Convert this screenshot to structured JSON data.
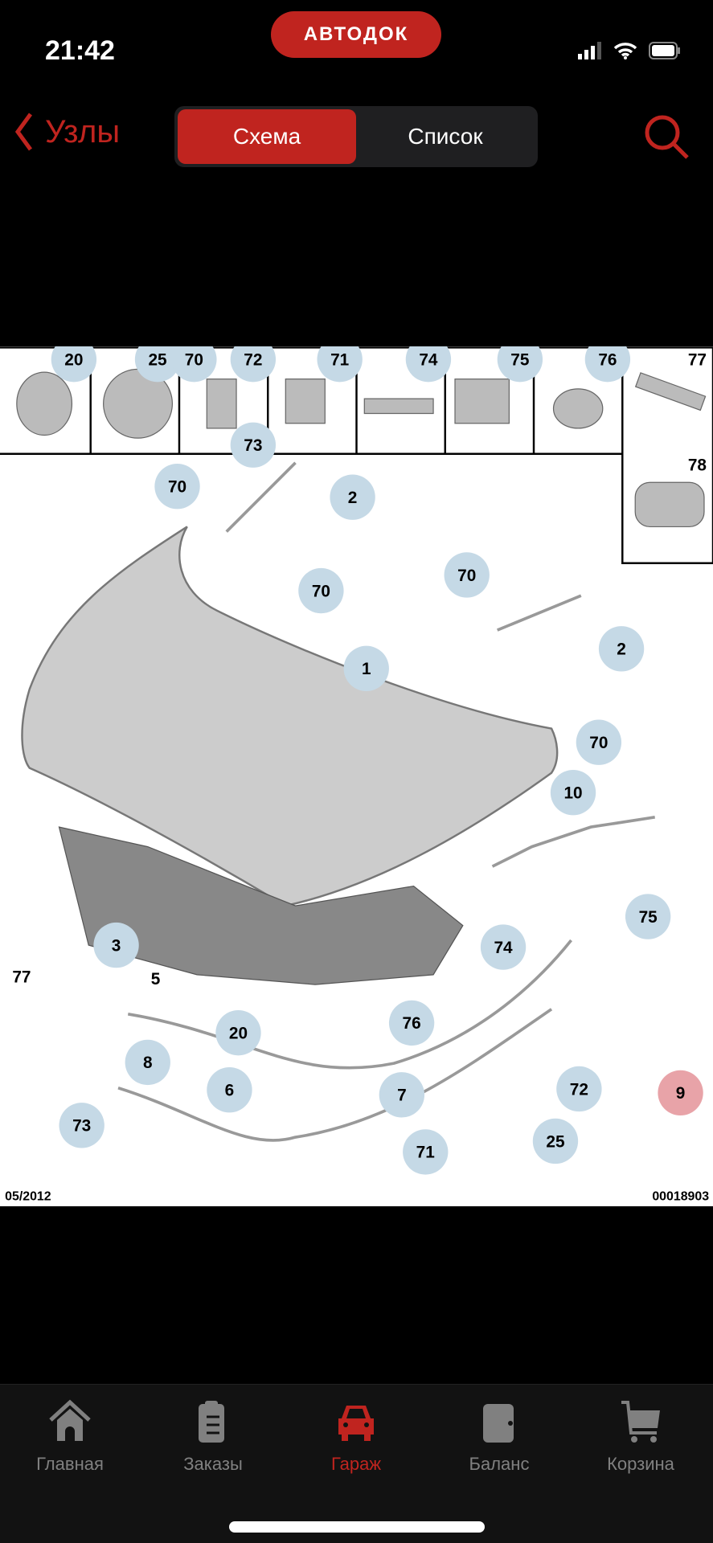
{
  "status": {
    "time": "21:42",
    "brand": "АВТОДОК"
  },
  "nav": {
    "back_label": "Узлы",
    "segments": [
      "Схема",
      "Список"
    ],
    "active_segment": 0
  },
  "diagram": {
    "callouts": [
      "20",
      "25",
      "70",
      "72",
      "71",
      "74",
      "75",
      "76",
      "77",
      "73",
      "78",
      "70",
      "2",
      "70",
      "70",
      "2",
      "1",
      "70",
      "10",
      "3",
      "77",
      "5",
      "75",
      "74",
      "20",
      "76",
      "8",
      "7",
      "6",
      "72",
      "9",
      "73",
      "25",
      "71"
    ],
    "highlighted": "9",
    "date": "05/2012",
    "code": "00018903"
  },
  "tabs": [
    {
      "label": "Главная",
      "icon": "home-icon"
    },
    {
      "label": "Заказы",
      "icon": "clipboard-icon"
    },
    {
      "label": "Гараж",
      "icon": "car-icon"
    },
    {
      "label": "Баланс",
      "icon": "wallet-icon"
    },
    {
      "label": "Корзина",
      "icon": "cart-icon"
    }
  ],
  "colors": {
    "accent": "#c0241f",
    "callout": "#c5d9e6",
    "highlight": "#e8a3a8"
  }
}
